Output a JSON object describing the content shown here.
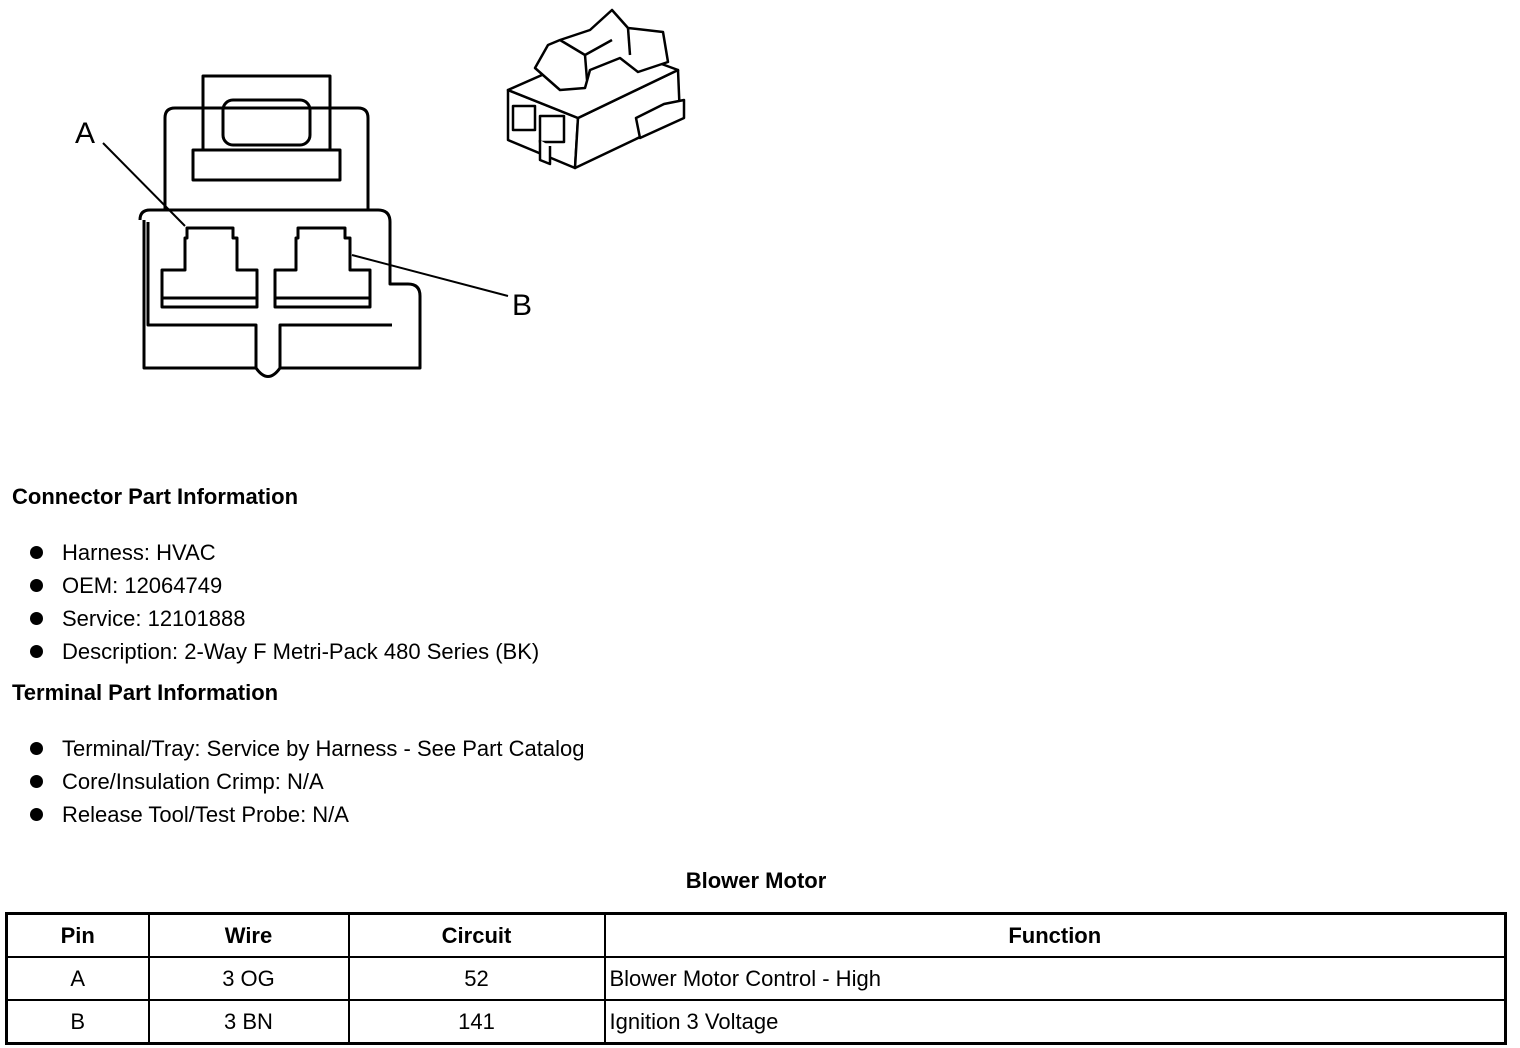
{
  "diagram": {
    "pin_labels": [
      "A",
      "B"
    ]
  },
  "connector_info": {
    "title": "Connector Part Information",
    "items": [
      "Harness: HVAC",
      "OEM: 12064749",
      "Service: 12101888",
      "Description: 2-Way F Metri-Pack 480 Series (BK)"
    ]
  },
  "terminal_info": {
    "title": "Terminal Part Information",
    "items": [
      "Terminal/Tray: Service by Harness - See Part Catalog",
      "Core/Insulation Crimp: N/A",
      "Release Tool/Test Probe: N/A"
    ]
  },
  "pin_table": {
    "title": "Blower Motor",
    "headers": [
      "Pin",
      "Wire",
      "Circuit",
      "Function"
    ],
    "rows": [
      [
        "A",
        "3 OG",
        "52",
        "Blower Motor Control - High"
      ],
      [
        "B",
        "3 BN",
        "141",
        "Ignition 3 Voltage"
      ]
    ]
  }
}
